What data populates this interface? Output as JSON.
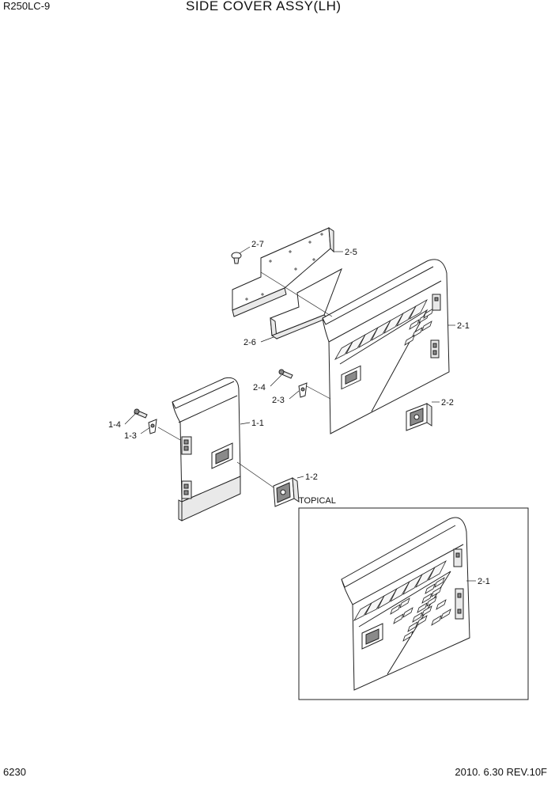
{
  "header": {
    "model": "R250LC-9",
    "title": "SIDE COVER ASSY(LH)"
  },
  "footer": {
    "page_number": "6230",
    "revision": "2010. 6.30  REV.10F"
  },
  "callouts": {
    "c2_7": "2-7",
    "c2_5": "2-5",
    "c2_6": "2-6",
    "c2_1": "2-1",
    "c2_4": "2-4",
    "c2_3": "2-3",
    "c2_2": "2-2",
    "c1_4": "1-4",
    "c1_3": "1-3",
    "c1_1": "1-1",
    "c1_2": "1-2",
    "topical_2_1": "2-1"
  },
  "inset": {
    "label": "TOPICAL"
  }
}
